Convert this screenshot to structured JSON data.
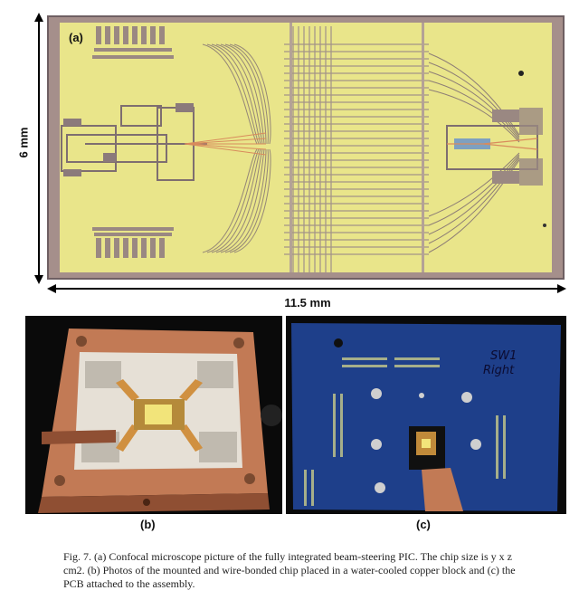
{
  "figure": {
    "panel_a": {
      "label": "(a)",
      "height_label": "6 mm",
      "width_label": "11.5 mm"
    },
    "panel_b": {
      "label": "(b)"
    },
    "panel_c": {
      "label": "(c)",
      "handwritten_note": "SW1 Right"
    },
    "caption": "Fig. 7. (a) Confocal microscope picture of the fully integrated beam-steering PIC. The chip size is y x z cm2. (b) Photos of the mounted and wire-bonded chip placed in a water-cooled copper block and (c) the PCB attached to the assembly.",
    "colors": {
      "chip_background": "#e9e58a",
      "chip_metal": "#a0918c",
      "copper": "#c27a55",
      "pcb_blue": "#1e3f8a"
    }
  }
}
